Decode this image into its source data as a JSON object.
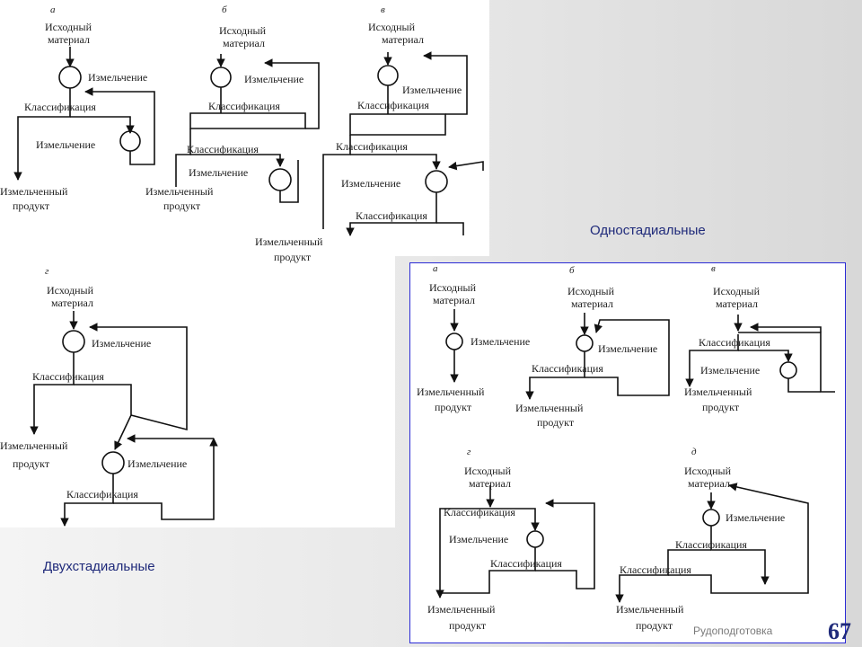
{
  "labels": {
    "source": "Исходный",
    "material": "материал",
    "grinding": "Измельчение",
    "classification": "Классификация",
    "product_line1": "Измельченный",
    "product_line2": "продукт"
  },
  "letters": {
    "a": "а",
    "b": "б",
    "v": "в",
    "g": "г",
    "d": "д"
  },
  "captions": {
    "one_stage": "Одностадиальные",
    "two_stage": "Двухстадиальные"
  },
  "footer": {
    "text": "Рудоподготовка",
    "page_number": "67"
  },
  "colors": {
    "caption": "#1f2a7a",
    "frame": "#2b2bd6",
    "line": "#111111"
  }
}
